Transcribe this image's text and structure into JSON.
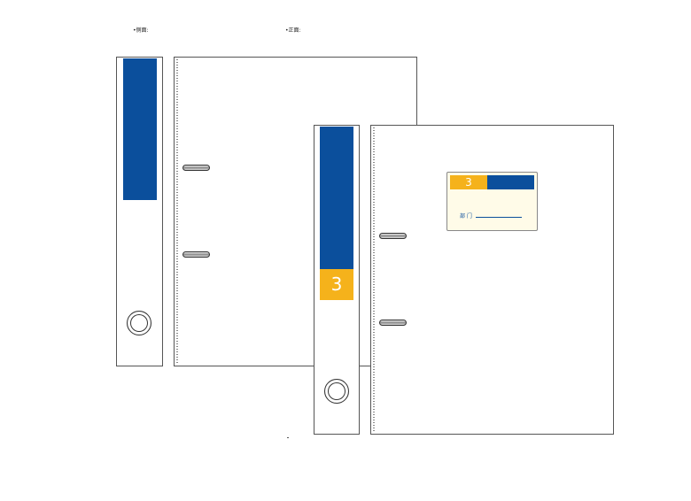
{
  "labels": {
    "side_view": "•侧面:",
    "front_view": "•正面:"
  },
  "folder": {
    "number": "3",
    "department_label": "部 门",
    "colors": {
      "blue": "#0b4f9c",
      "yellow": "#f5b21b"
    }
  }
}
